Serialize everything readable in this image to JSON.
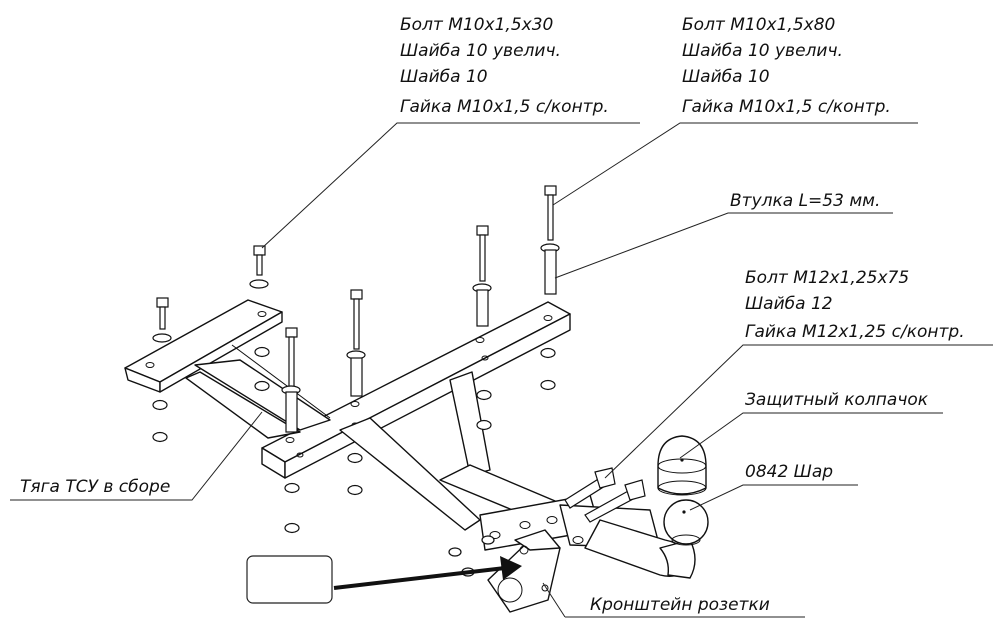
{
  "callouts": {
    "left_bolt": [
      "Болт М10х1,5х30",
      "Шайба 10 увелич.",
      "Шайба 10",
      "Гайка М10х1,5 с/контр."
    ],
    "right_bolt": [
      "Болт М10х1,5х80",
      "Шайба 10 увелич.",
      "Шайба 10",
      "Гайка М10х1,5 с/контр."
    ],
    "sleeve": "Втулка L=53 мм.",
    "ball_bolt": [
      "Болт М12х1,25х75",
      "Шайба 12",
      "Гайка М12х1,25 с/контр."
    ],
    "cap": "Защитный колпачок",
    "ball": "0842 Шар",
    "rod": "Тяга ТСУ в сборе",
    "socket_bracket": "Кронштейн розетки"
  },
  "colors": {
    "line": "#111111",
    "background": "#ffffff"
  }
}
